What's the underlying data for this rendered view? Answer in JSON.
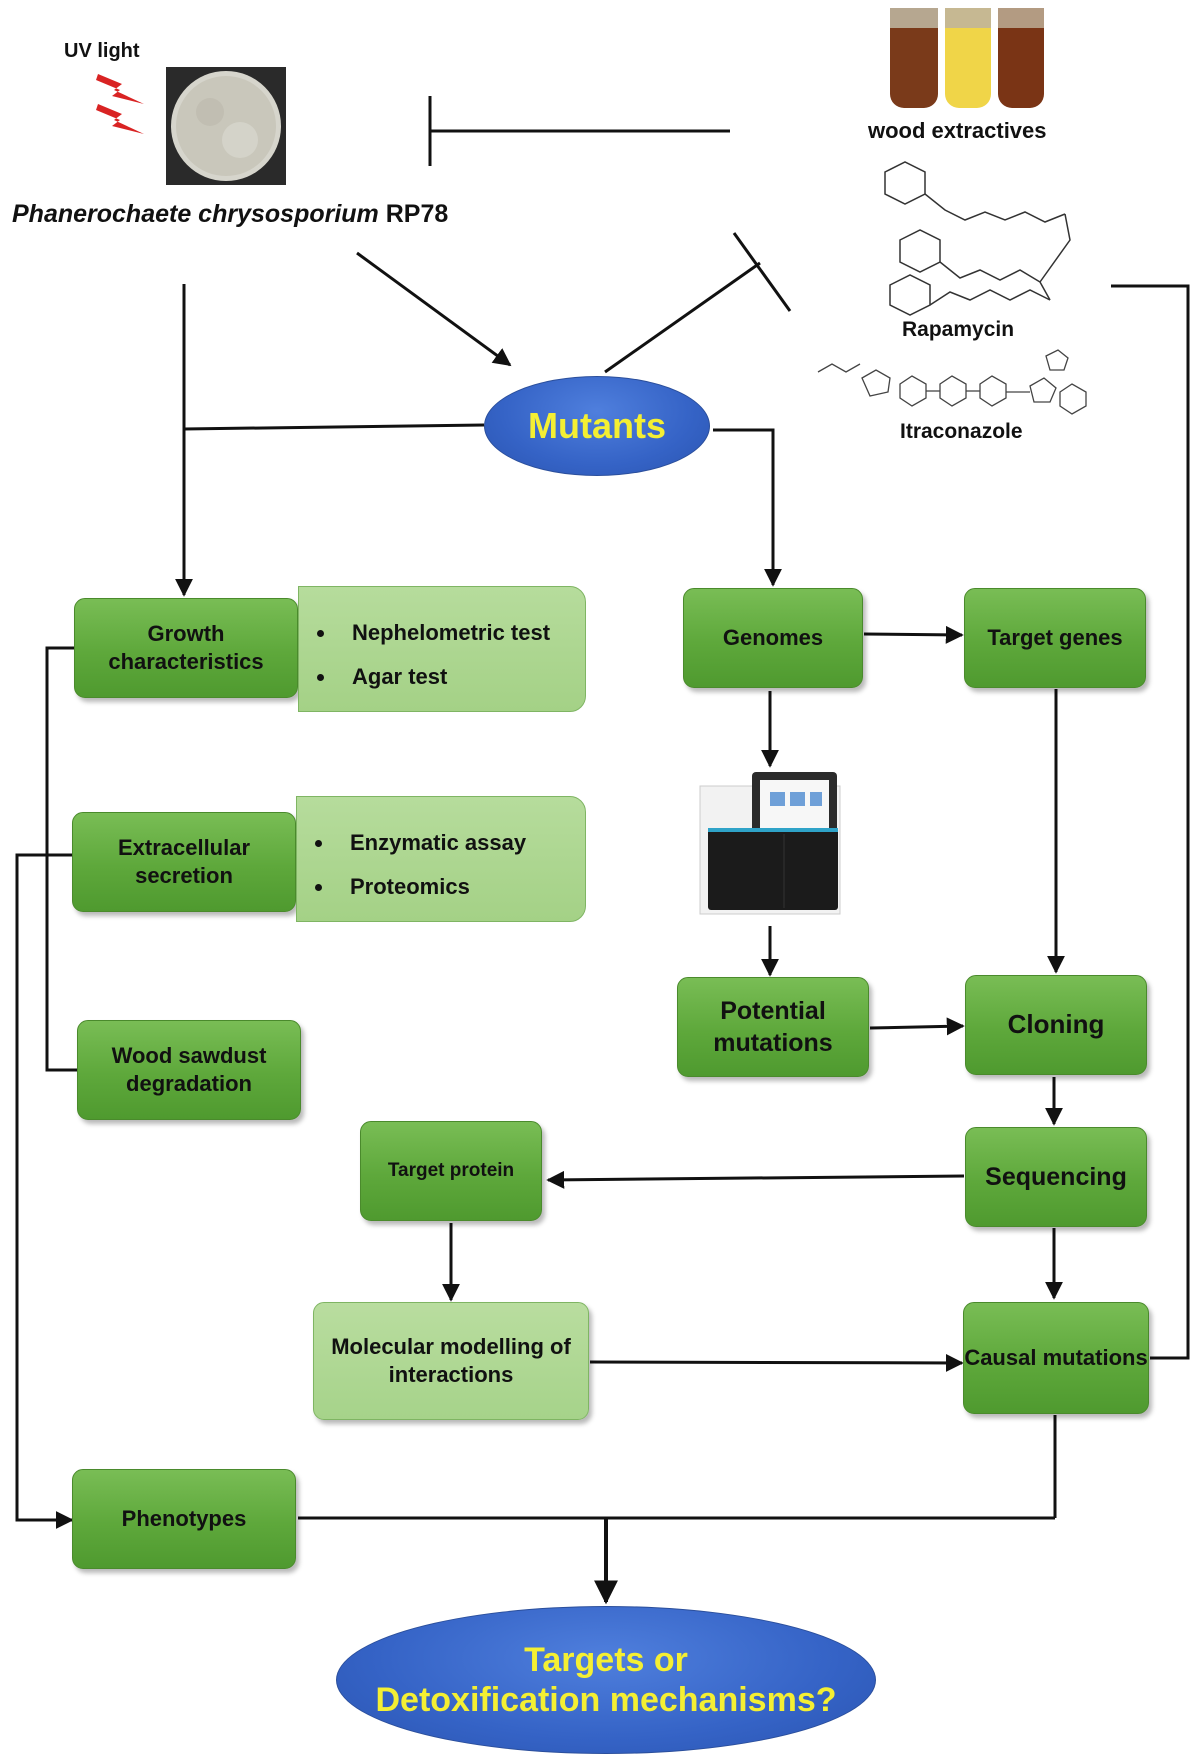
{
  "uv_label": "UV light",
  "organism": {
    "species": "Phanerochaete chrysosporium",
    "strain": "RP78"
  },
  "inhibitors": {
    "wood": "wood extractives",
    "rapamycin": "Rapamycin",
    "itraconazole": "Itraconazole"
  },
  "center": "Mutants",
  "boxes": {
    "growth": "Growth characteristics",
    "extracellular": "Extracellular secretion",
    "wood_sawdust": "Wood sawdust degradation",
    "genomes": "Genomes",
    "target_genes": "Target genes",
    "potential": "Potential mutations",
    "cloning": "Cloning",
    "sequencing": "Sequencing",
    "target_protein": "Target protein",
    "modelling": "Molecular modelling of interactions",
    "causal": "Causal mutations",
    "phenotypes": "Phenotypes"
  },
  "growth_tests": [
    "Nephelometric test",
    "Agar test"
  ],
  "secretion_tests": [
    "Enzymatic assay",
    "Proteomics"
  ],
  "final": {
    "line1": "Targets or",
    "line2": "Detoxification mechanisms?"
  },
  "colors": {
    "box_green": "#5ea83b",
    "box_light": "#a6d38a",
    "ellipse_blue": "#3563c6",
    "ellipse_text": "#f4ef33",
    "arrow": "#111111"
  }
}
